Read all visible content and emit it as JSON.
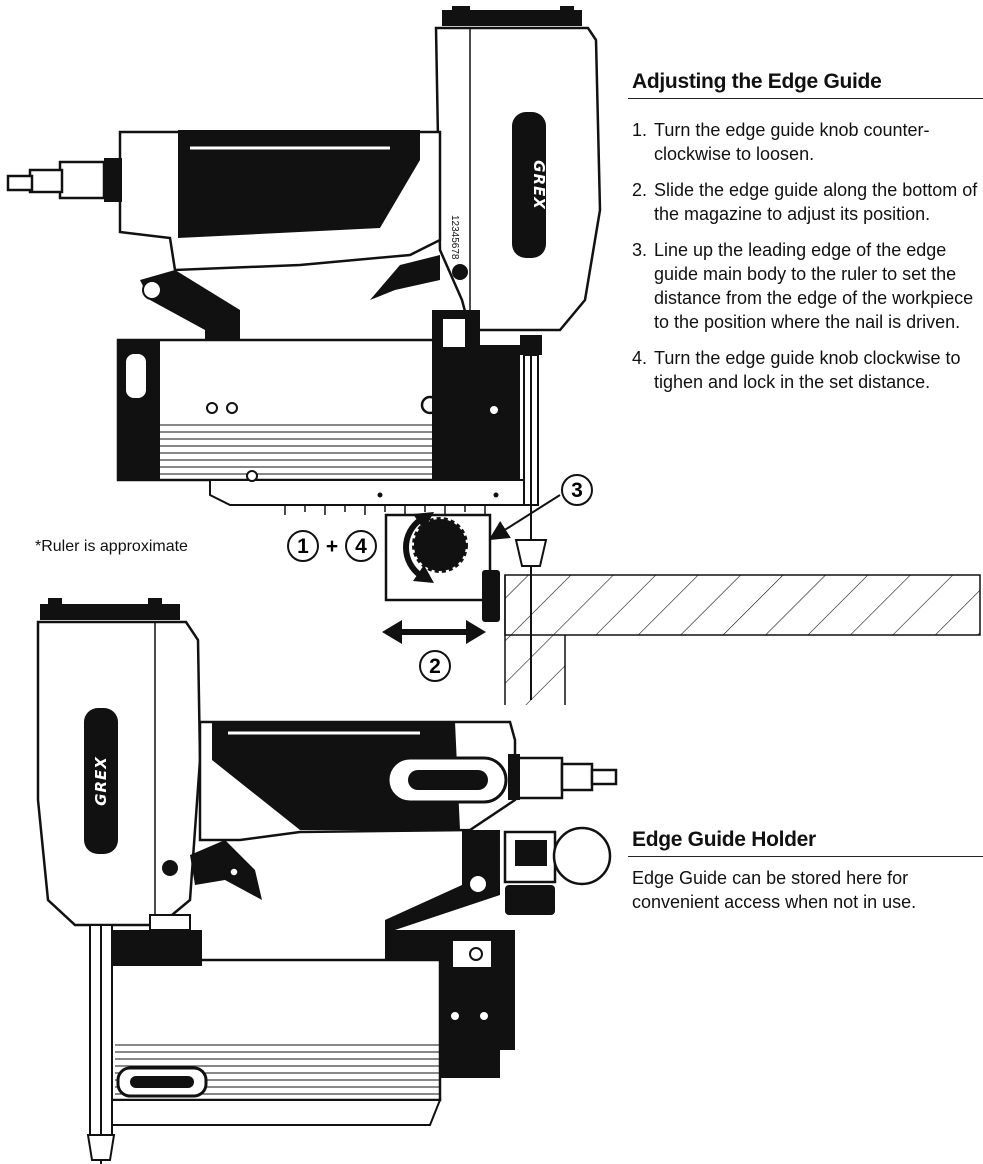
{
  "brand": "GREX",
  "serial_number": "12345678",
  "ruler_note": "*Ruler is approximate",
  "callouts": {
    "one": "1",
    "plus": "+",
    "four": "4",
    "two": "2",
    "three": "3"
  },
  "adjusting": {
    "title": "Adjusting the Edge Guide",
    "steps": [
      {
        "num": "1.",
        "text": "Turn the edge guide knob counter-clockwise to loosen."
      },
      {
        "num": "2.",
        "text": "Slide the edge guide along the bottom of the magazine to adjust its position."
      },
      {
        "num": "3.",
        "text": "Line up the leading edge of the edge guide main body to the ruler to set the distance from the edge of the workpiece to the position where the nail is driven."
      },
      {
        "num": "4.",
        "text": "Turn the edge guide knob clockwise to tighen and lock in the set distance."
      }
    ]
  },
  "holder": {
    "title": "Edge Guide Holder",
    "text": "Edge Guide can be stored here for convenient access when not in use."
  },
  "colors": {
    "ink": "#111111",
    "paper": "#ffffff"
  }
}
